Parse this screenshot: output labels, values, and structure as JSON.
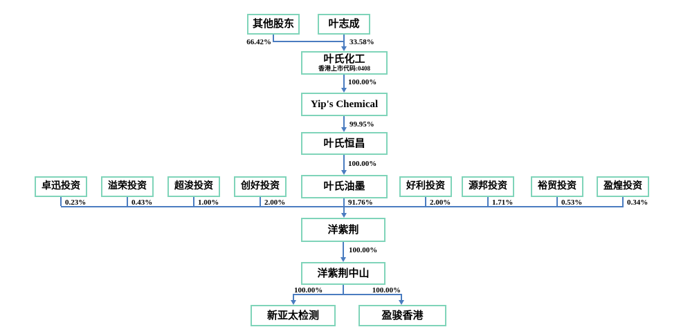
{
  "diagram": {
    "title_semantic": "Equity ownership structure chart",
    "nodes": {
      "other_shareholders": {
        "label": "其他股东"
      },
      "founder": {
        "label": "叶志成"
      },
      "yes_chemical": {
        "label": "叶氏化工",
        "sublabel": "香港上市代码:0408"
      },
      "yips_chemical": {
        "label": "Yip's Chemical"
      },
      "yes_hengchang": {
        "label": "叶氏恒昌"
      },
      "yes_ink": {
        "label": "叶氏油墨"
      },
      "bauhinia": {
        "label": "洋紫荆"
      },
      "bauhinia_zhongshan": {
        "label": "洋紫荆中山"
      },
      "new_asia_pacific_testing": {
        "label": "新亚太检测"
      },
      "yingjun_hk": {
        "label": "盈骏香港"
      }
    },
    "minority_investors_left": [
      {
        "label": "卓迅投资",
        "pct": "0.23%"
      },
      {
        "label": "溢荣投资",
        "pct": "0.43%"
      },
      {
        "label": "超浚投资",
        "pct": "1.00%"
      },
      {
        "label": "创好投资",
        "pct": "2.00%"
      }
    ],
    "minority_investors_right": [
      {
        "label": "好利投资",
        "pct": "2.00%"
      },
      {
        "label": "源邦投资",
        "pct": "1.71%"
      },
      {
        "label": "裕贸投资",
        "pct": "0.53%"
      },
      {
        "label": "盈煌投资",
        "pct": "0.34%"
      }
    ],
    "edges": {
      "other_to_chemical": "66.42%",
      "founder_to_chemical": "33.58%",
      "chemical_to_yips": "100.00%",
      "yips_to_hengchang": "99.95%",
      "hengchang_to_ink": "100.00%",
      "ink_to_bauhinia": "91.76%",
      "bauhinia_to_zhongshan": "100.00%",
      "zhongshan_to_testing": "100.00%",
      "zhongshan_to_yingjun": "100.00%"
    },
    "colors": {
      "box_border": "#7fd4b9",
      "connector": "#4a7cc0",
      "text": "#000000",
      "background": "#ffffff"
    }
  }
}
